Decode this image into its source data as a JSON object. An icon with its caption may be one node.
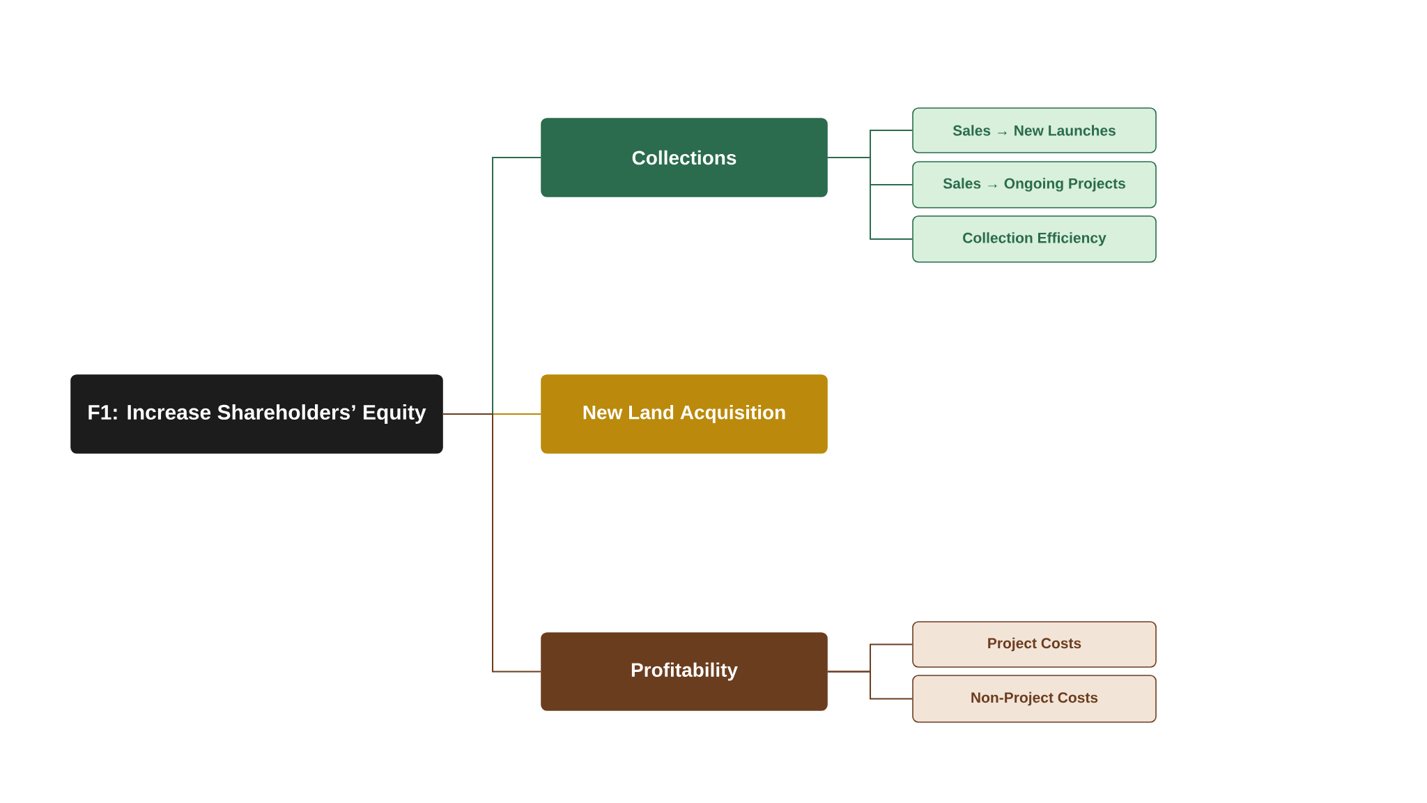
{
  "diagram": {
    "nodes": [
      {
        "text": [
          "F1: Increase Shareholders’ Equity"
        ]
      },
      {
        "text": [
          "Collections"
        ]
      },
      {
        "text": [
          "New Land Acquisition"
        ]
      },
      {
        "text": [
          "Profitability"
        ]
      },
      {
        "text": [
          "Sales → New Launches"
        ]
      },
      {
        "text": [
          "Sales → Ongoing Projects"
        ]
      },
      {
        "text": [
          "Collection Efficiency"
        ]
      },
      {
        "text": [
          "Project Costs"
        ]
      },
      {
        "text": [
          "Non-Project Costs"
        ]
      }
    ],
    "edges": [
      {
        "from": 0,
        "to": 1,
        "arrow": "none",
        "color": "#2b6b4e"
      },
      {
        "from": 0,
        "to": 2,
        "arrow": "none",
        "color": "#bb8a0c"
      },
      {
        "from": 0,
        "to": 3,
        "arrow": "none",
        "color": "#6b3d1f"
      },
      {
        "from": 1,
        "to": 4,
        "arrow": "none",
        "color": "#2b6b4e"
      },
      {
        "from": 1,
        "to": 5,
        "arrow": "none",
        "color": "#2b6b4e"
      },
      {
        "from": 1,
        "to": 6,
        "arrow": "none",
        "color": "#2b6b4e"
      },
      {
        "from": 3,
        "to": 7,
        "arrow": "none",
        "color": "#6b3d1f"
      },
      {
        "from": 3,
        "to": 8,
        "arrow": "none",
        "color": "#6b3d1f"
      }
    ]
  }
}
